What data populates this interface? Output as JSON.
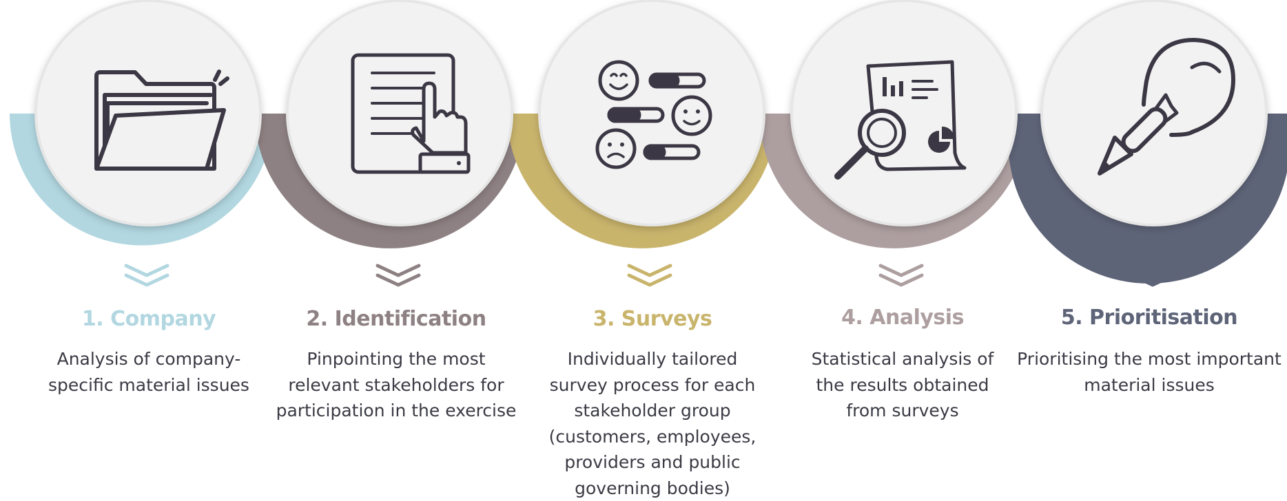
{
  "steps": [
    {
      "title": "1. Company",
      "description": "Analysis of company-\nspecific material issues",
      "color": "#b2d7e1",
      "icon": "folder-icon"
    },
    {
      "title": "2. Identification",
      "description": "Pinpointing the most\nrelevant stakeholders for\nparticipation in the exercise",
      "color": "#8e8183",
      "icon": "document-pointer-icon"
    },
    {
      "title": "3. Surveys",
      "description": "Individually tailored\nsurvey process for each\nstakeholder group\n(customers, employees,\nproviders and public\ngoverning bodies)",
      "color": "#c9b46c",
      "icon": "survey-faces-icon"
    },
    {
      "title": "4. Analysis",
      "description": "Statistical analysis of\nthe results obtained\nfrom surveys",
      "color": "#ad9e9f",
      "icon": "magnifier-report-icon"
    },
    {
      "title": "5. Prioritisation",
      "description": "Prioritising the most important\nmaterial issues",
      "color": "#5e6478",
      "icon": "lightbulb-pencil-icon"
    }
  ],
  "colors": {
    "circle_fill": "#f2f2f2",
    "icon_stroke": "#3b3744",
    "text": "#3a3a44"
  }
}
